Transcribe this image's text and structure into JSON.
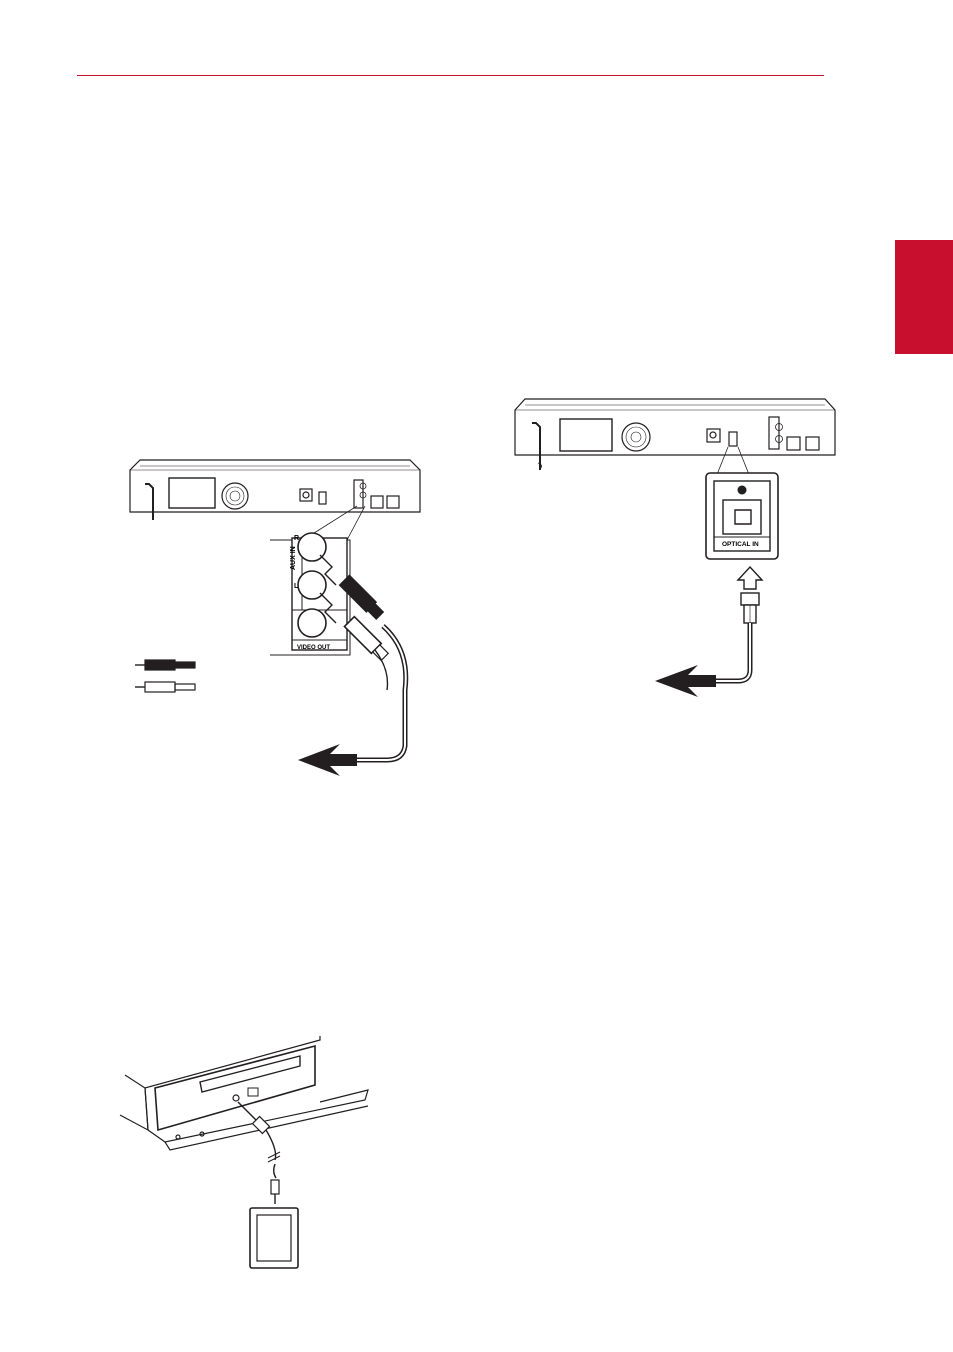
{
  "side_tab": {
    "color": "#c8102e"
  },
  "header_rule": {
    "color": "#c8102e"
  },
  "figures": {
    "aux": {
      "labels": {
        "aux_in": "AUX IN",
        "right": "R",
        "left": "L",
        "video_out": "VIDEO OUT"
      }
    },
    "optical": {
      "labels": {
        "optical_in": "OPTICAL IN"
      }
    },
    "portable": {}
  }
}
